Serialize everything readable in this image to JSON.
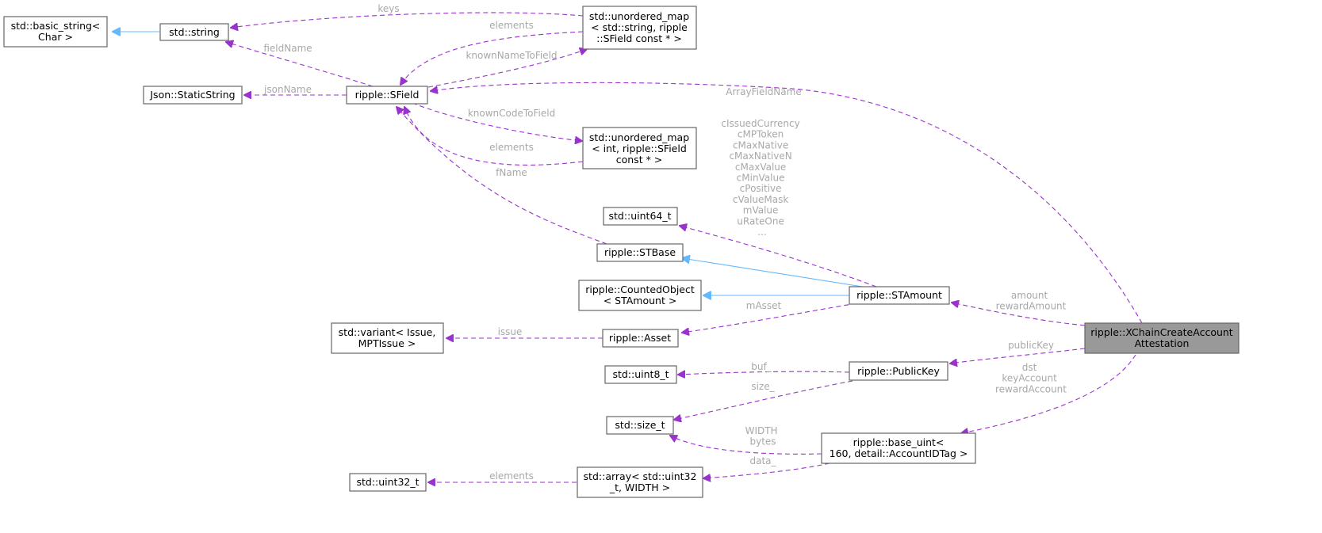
{
  "nodes": {
    "basic_string": [
      "std::basic_string<",
      "Char >"
    ],
    "string": [
      "std::string"
    ],
    "umap_string": [
      "std::unordered_map",
      "< std::string, ripple",
      "::SField const * >"
    ],
    "json_static": [
      "Json::StaticString"
    ],
    "sfield": [
      "ripple::SField"
    ],
    "umap_int": [
      "std::unordered_map",
      "< int, ripple::SField",
      "const * >"
    ],
    "uint64": [
      "std::uint64_t"
    ],
    "stbase": [
      "ripple::STBase"
    ],
    "counted": [
      "ripple::CountedObject",
      "< STAmount >"
    ],
    "stamount": [
      "ripple::STAmount"
    ],
    "variant": [
      "std::variant< Issue,",
      "MPTIssue >"
    ],
    "asset": [
      "ripple::Asset"
    ],
    "xchain": [
      "ripple::XChainCreateAccount",
      "Attestation"
    ],
    "uint8": [
      "std::uint8_t"
    ],
    "publickey": [
      "ripple::PublicKey"
    ],
    "size_t": [
      "std::size_t"
    ],
    "base_uint": [
      "ripple::base_uint<",
      " 160, detail::AccountIDTag >"
    ],
    "uint32": [
      "std::uint32_t"
    ],
    "array": [
      "std::array< std::uint32",
      "_t, WIDTH >"
    ]
  },
  "edge_labels": {
    "keys": [
      "keys"
    ],
    "elements_string": [
      "elements"
    ],
    "knownNameToField": [
      "knownNameToField"
    ],
    "fieldName": [
      "fieldName"
    ],
    "jsonName": [
      "jsonName"
    ],
    "ArrayFieldName": [
      "ArrayFieldName"
    ],
    "knownCodeToField": [
      "knownCodeToField"
    ],
    "elements_int": [
      "elements"
    ],
    "fName": [
      "fName"
    ],
    "stamount_members": [
      "cIssuedCurrency",
      "cMPToken",
      "cMaxNative",
      "cMaxNativeN",
      "cMaxValue",
      "cMinValue",
      "cPositive",
      "cValueMask",
      "mValue",
      "uRateOne",
      "..."
    ],
    "mAsset": [
      "mAsset"
    ],
    "amount": [
      "amount",
      "rewardAmount"
    ],
    "issue": [
      "issue"
    ],
    "publicKey": [
      "publicKey"
    ],
    "buf": [
      "buf_"
    ],
    "size": [
      "size_"
    ],
    "dst": [
      "dst",
      "keyAccount",
      "rewardAccount"
    ],
    "width": [
      "WIDTH",
      "bytes"
    ],
    "data": [
      "data_"
    ],
    "elements_array": [
      "elements"
    ]
  },
  "colors": {
    "member_edge": "#9a32cd",
    "inherit_edge": "#63b8ff",
    "label_text": "#a8a8a8",
    "focus_fill": "#999999",
    "node_border": "#666666"
  }
}
